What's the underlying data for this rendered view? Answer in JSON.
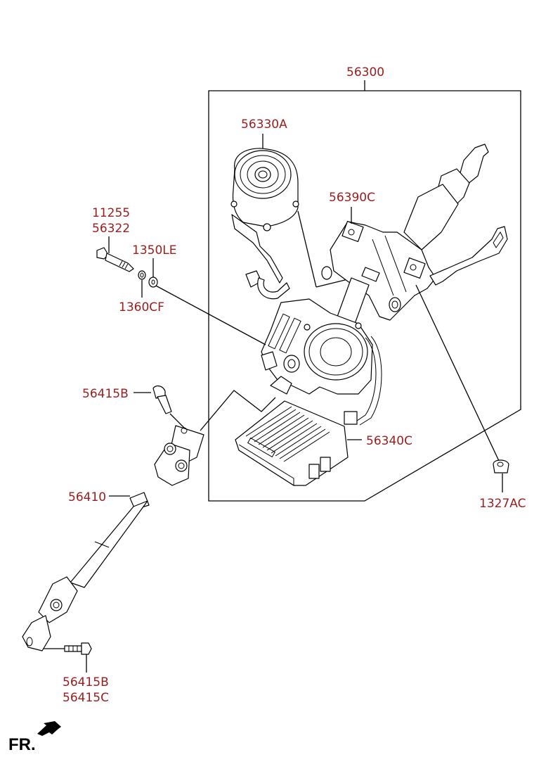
{
  "diagram": {
    "title": "Steering Column & Shaft",
    "label_color": "#9b1c1c",
    "labels": {
      "assembly": "56300",
      "motor": "56330A",
      "bracket": "56390C",
      "bolt_a": "11255",
      "bolt_b": "56322",
      "washer_a": "1350LE",
      "washer_b": "1360CF",
      "upper_bolt": "56415B",
      "ecu": "56340C",
      "shaft": "56410",
      "nut": "1327AC",
      "lower_bolt_a": "56415B",
      "lower_bolt_b": "56415C"
    },
    "direction": {
      "text": "FR.",
      "icon": "front-arrow-icon"
    }
  }
}
